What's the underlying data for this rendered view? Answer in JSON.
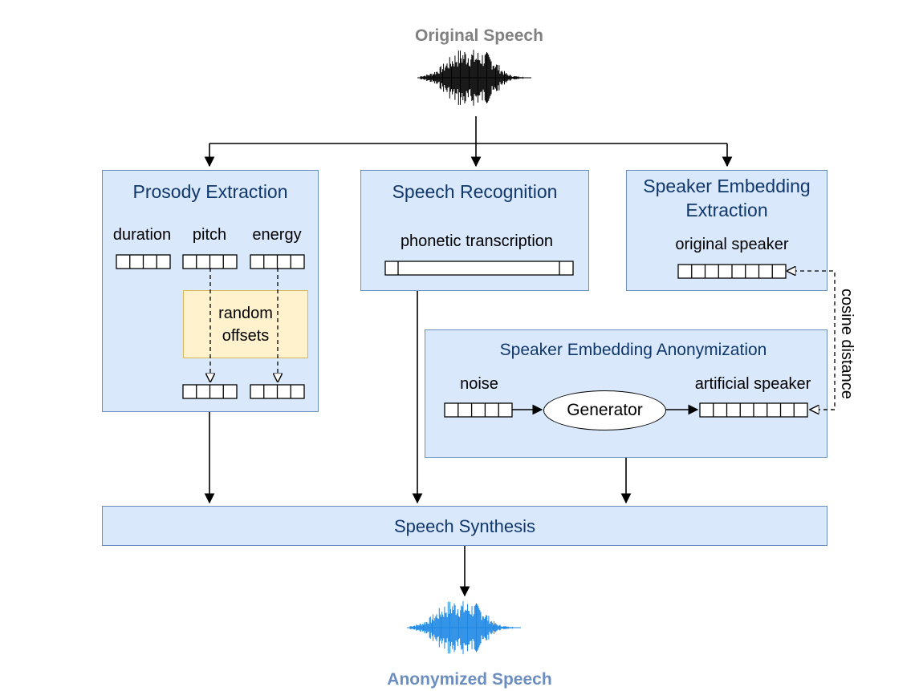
{
  "input": {
    "title": "Original Speech",
    "title_color": "#808080",
    "waveform_color": "#000000"
  },
  "output": {
    "title": "Anonymized Speech",
    "title_color": "#6c8ebf",
    "waveform_color": "#1e88e5"
  },
  "prosody": {
    "title": "Prosody Extraction",
    "features": [
      "duration",
      "pitch",
      "energy"
    ],
    "offsets_label_line1": "random",
    "offsets_label_line2": "offsets"
  },
  "asr": {
    "title": "Speech Recognition",
    "label": "phonetic transcription"
  },
  "speaker_extraction": {
    "title_line1": "Speaker Embedding",
    "title_line2": "Extraction",
    "label": "original speaker"
  },
  "anonymization": {
    "title": "Speaker Embedding Anonymization",
    "noise_label": "noise",
    "generator_label": "Generator",
    "artificial_label": "artificial speaker"
  },
  "cosine_label": "cosine distance",
  "synthesis": {
    "title": "Speech Synthesis"
  },
  "colors": {
    "box_fill": "#dae8fc",
    "box_border": "#6c8ebf",
    "offset_fill": "#fff2cc",
    "offset_border": "#d6b656",
    "title_text": "#10386b"
  }
}
